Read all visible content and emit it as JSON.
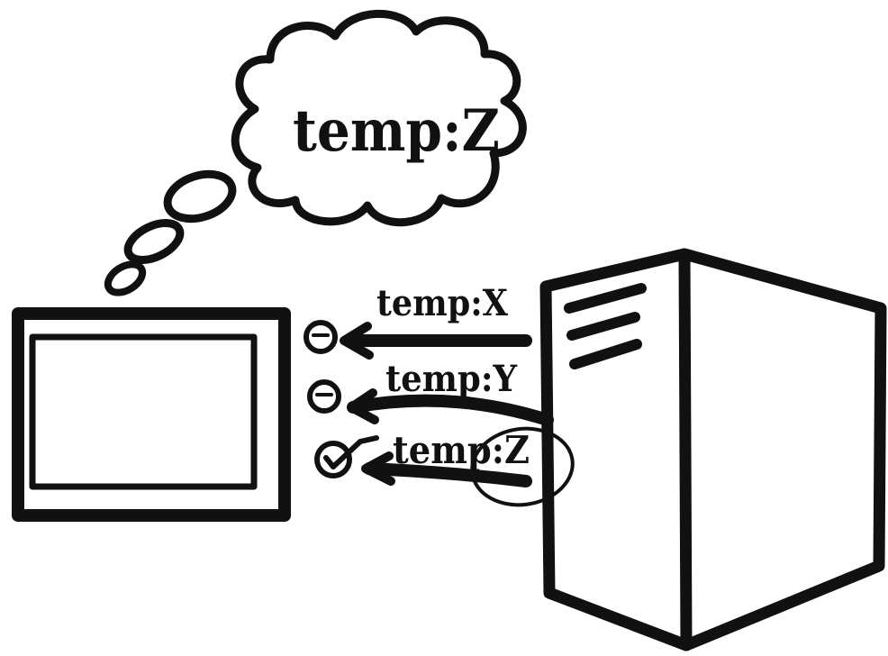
{
  "thought": {
    "text": "temp:Z"
  },
  "responses": [
    {
      "label": "temp:X",
      "status": "rejected",
      "status_glyph": "−"
    },
    {
      "label": "temp:Y",
      "status": "rejected",
      "status_glyph": "−"
    },
    {
      "label": "temp:Z",
      "status": "accepted",
      "status_glyph": "✓"
    }
  ],
  "colors": {
    "ink": "#111111",
    "paper": "#ffffff"
  }
}
